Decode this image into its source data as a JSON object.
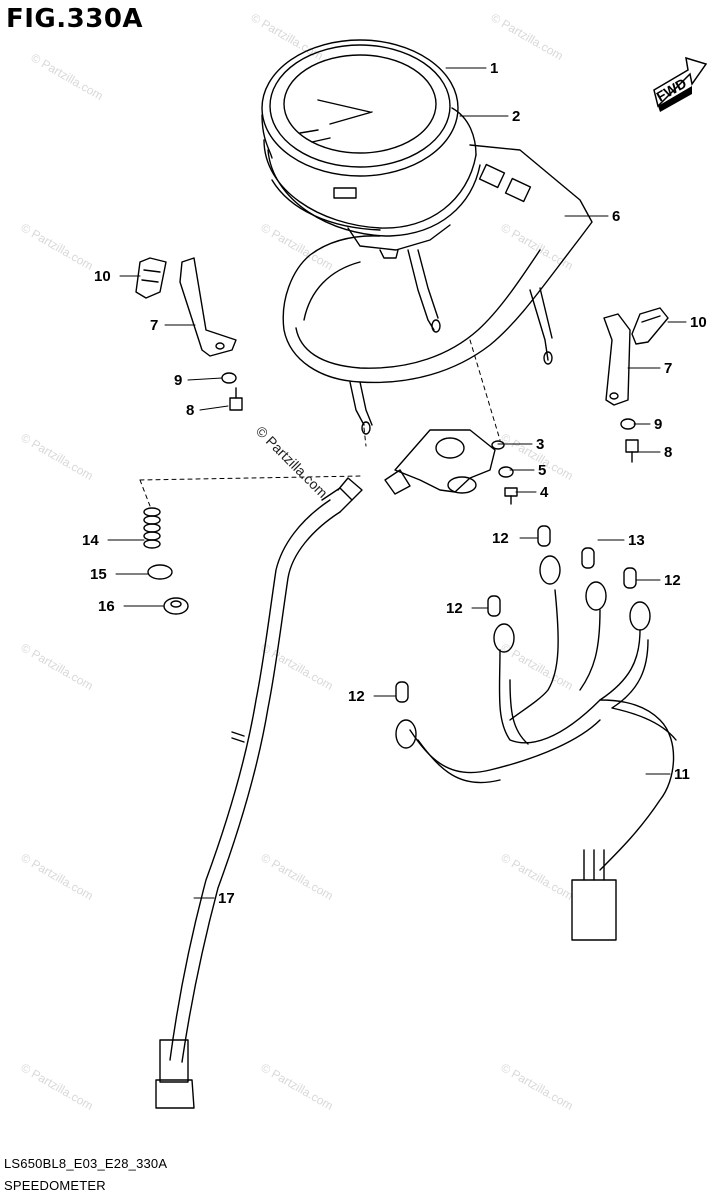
{
  "figure": {
    "title": "FIG.330A",
    "code": "LS650BL8_E03_E28_330A",
    "caption": "SPEEDOMETER",
    "fwd_label": "FWD"
  },
  "watermark": {
    "text": "© Partzilla.com"
  },
  "callouts": [
    "1",
    "2",
    "3",
    "4",
    "5",
    "6",
    "7",
    "7",
    "8",
    "8",
    "9",
    "9",
    "10",
    "10",
    "11",
    "12",
    "12",
    "12",
    "12",
    "13",
    "14",
    "15",
    "16",
    "17"
  ]
}
